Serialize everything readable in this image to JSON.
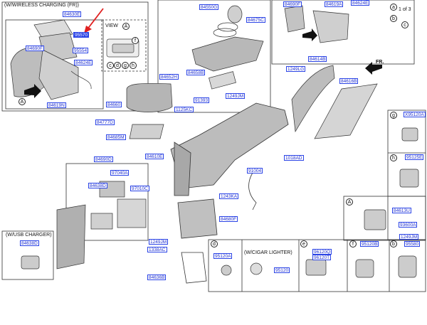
{
  "captions": {
    "wireless": "(W/WIRELESS CHARGING (FR))",
    "view": "VIEW",
    "view_letter": "A",
    "usb": "(W/USB CHARGER)",
    "cigar": "(W/CIGAR LIGHTER)",
    "fr": "FR.",
    "page": "1 of 3"
  },
  "callouts": {
    "c_a1": "A",
    "c_a2": "A",
    "c_b": "b",
    "c_c": "c",
    "c_d1": "d",
    "c_g": "g",
    "c_h": "h",
    "c_f1": "f",
    "c_a_r": "a",
    "c_b_r": "b",
    "c_c_r": "c",
    "c_d2": "d",
    "c_e": "e",
    "c_f2": "f",
    "c_g2": "g",
    "c_h2": "h"
  },
  "parts": {
    "p84630E": "84630E",
    "p95570": "95570",
    "p95554": "95554",
    "p84690F": "84690F",
    "p84624E": "84624E",
    "p84619N": "84619N",
    "p84550G": "84550G",
    "p84675C": "84675C",
    "p84652H": "84652H",
    "p84658B": "84658B",
    "p1249JM_a": "1249JM",
    "p91393": "91393",
    "p84660": "84660",
    "p1125KC": "1125KC",
    "p84777D": "84777D",
    "p84685M": "84685M",
    "p84610E": "84610E",
    "p84690F_t": "84690F",
    "p84619A": "84619A",
    "p84624E_t": "84624E",
    "p84614B": "84614B",
    "p1249LG": "1249LG",
    "p84616B": "84616B",
    "p1018AD": "1018AD",
    "p91004": "91004",
    "p1243KA": "1243KA",
    "p84680F": "84680F",
    "p84690D": "84690D",
    "p97040A": "97040A",
    "p84638D": "84638D",
    "p97010C": "97010C",
    "p1249JM_b": "1249JM",
    "p1338AC": "1338AC",
    "p84636B": "84636B",
    "p84638D_u": "84638D",
    "p95120A": "95120A",
    "p95120": "95120",
    "p96120Q": "96120Q",
    "p96120T": "96120T",
    "pX95120A": "X95120A",
    "p95125E": "95125E",
    "p84613U": "84613U",
    "p93600A": "93600A",
    "p1249JM_c": "1249JM",
    "p95120B": "95120B",
    "p95580": "95580"
  }
}
